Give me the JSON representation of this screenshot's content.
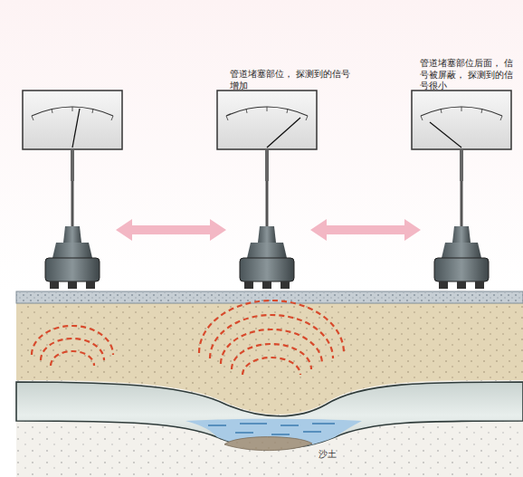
{
  "diagram": {
    "labels": [
      "管道堵塞部位， 探测到的信号增加",
      "管道堵塞部位后面， 信号被屏蔽， 探测到的信号很小",
      "沙土"
    ]
  }
}
